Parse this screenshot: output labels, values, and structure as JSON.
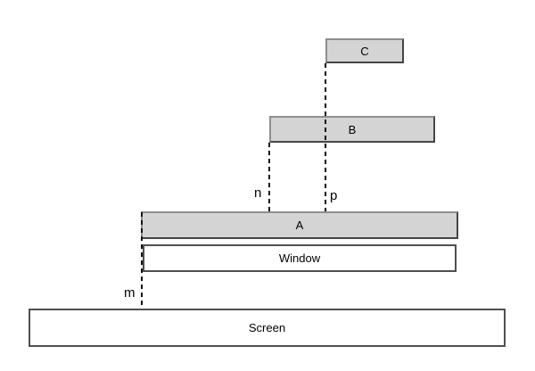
{
  "diagram": {
    "boxes": {
      "c": {
        "label": "C",
        "fill": "#d4d4d4"
      },
      "b": {
        "label": "B",
        "fill": "#d4d4d4"
      },
      "a": {
        "label": "A",
        "fill": "#d4d4d4"
      },
      "window": {
        "label": "Window",
        "fill": "#ffffff"
      },
      "screen": {
        "label": "Screen",
        "fill": "#ffffff"
      }
    },
    "markers": {
      "m": {
        "label": "m"
      },
      "n": {
        "label": "n"
      },
      "p": {
        "label": "p"
      }
    },
    "lines": [
      {
        "name": "p-line",
        "style": "dashed",
        "from": "bottom-left corner of box C",
        "to": "top edge of box A at point p"
      },
      {
        "name": "n-line",
        "style": "dashed",
        "from": "bottom-left corner of box B",
        "to": "top edge of box A at point n"
      },
      {
        "name": "m-line",
        "style": "dashed",
        "from": "left edge of box A / Window",
        "to": "top edge of Screen at point m"
      }
    ],
    "colors": {
      "background": "#ffffff",
      "box_fill_gray": "#d4d4d4",
      "box_fill_white": "#ffffff",
      "box_border_light": "#8e8e8e",
      "box_border_dark": "#4f4f4f",
      "dashed_line": "#111111",
      "text": "#000000"
    }
  }
}
